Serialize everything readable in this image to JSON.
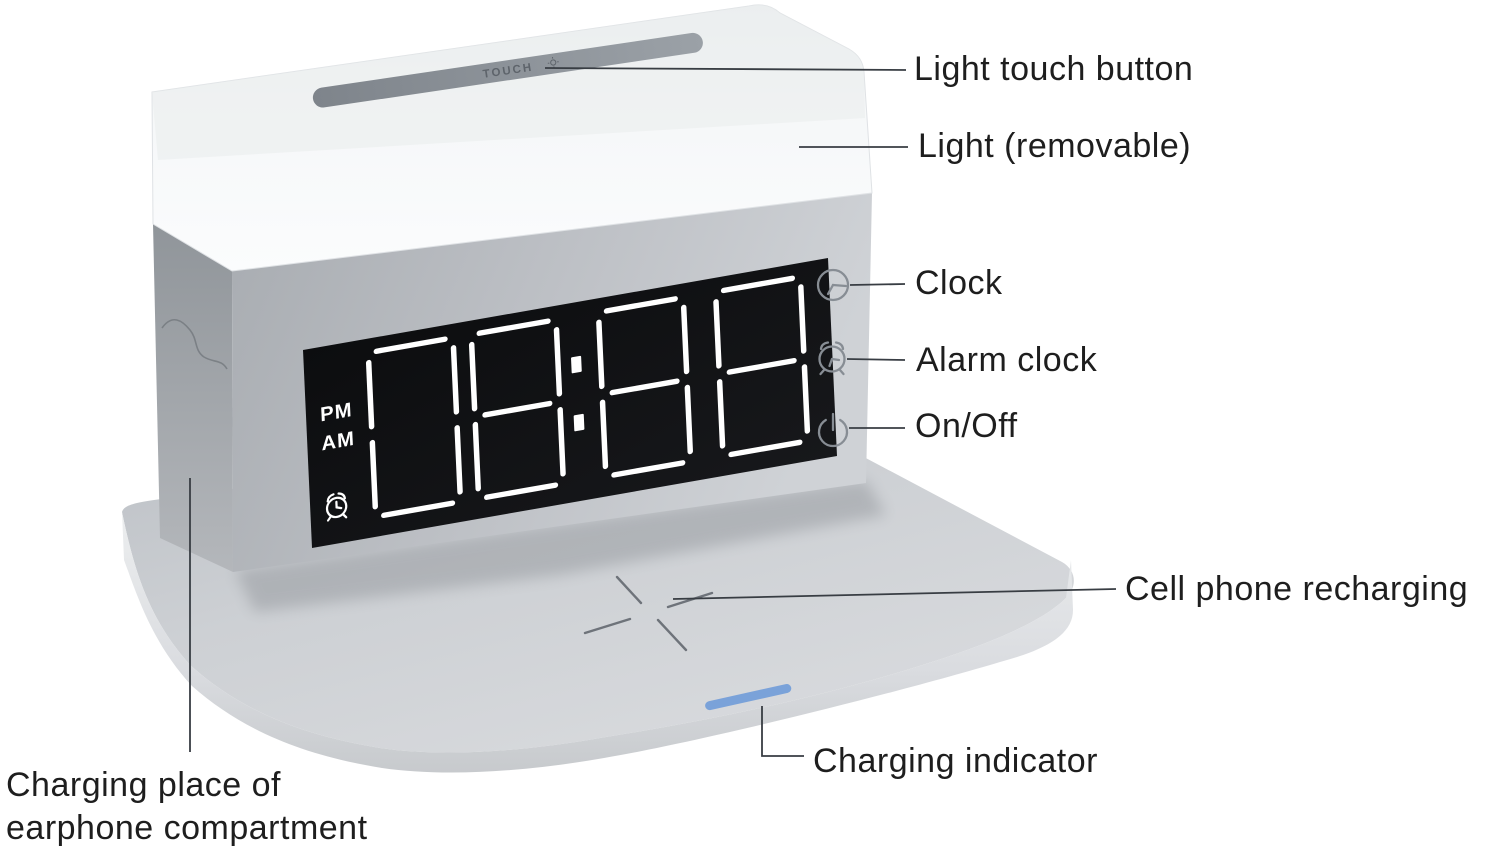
{
  "annotations": {
    "light_touch": "Light touch button",
    "light": "Light (removable)",
    "clock": "Clock",
    "alarm": "Alarm clock",
    "on_off": "On/Off",
    "cell_phone": "Cell phone recharging",
    "charging_indicator": "Charging indicator",
    "earphone_line1": "Charging place of",
    "earphone_line2": "earphone compartment"
  },
  "device": {
    "touch_strip_label": "TOUCH",
    "display": {
      "pm_label": "PM",
      "am_label": "AM",
      "digit_patterns": [
        "ABCDEF",
        "ABCDEFG",
        "ABCDEFG",
        "ABCDEFG"
      ],
      "colon": true
    },
    "colors": {
      "charging_indicator_blue": "#7aa2d9",
      "display_background": "#0e0f11",
      "segment_white": "#ffffff"
    }
  }
}
